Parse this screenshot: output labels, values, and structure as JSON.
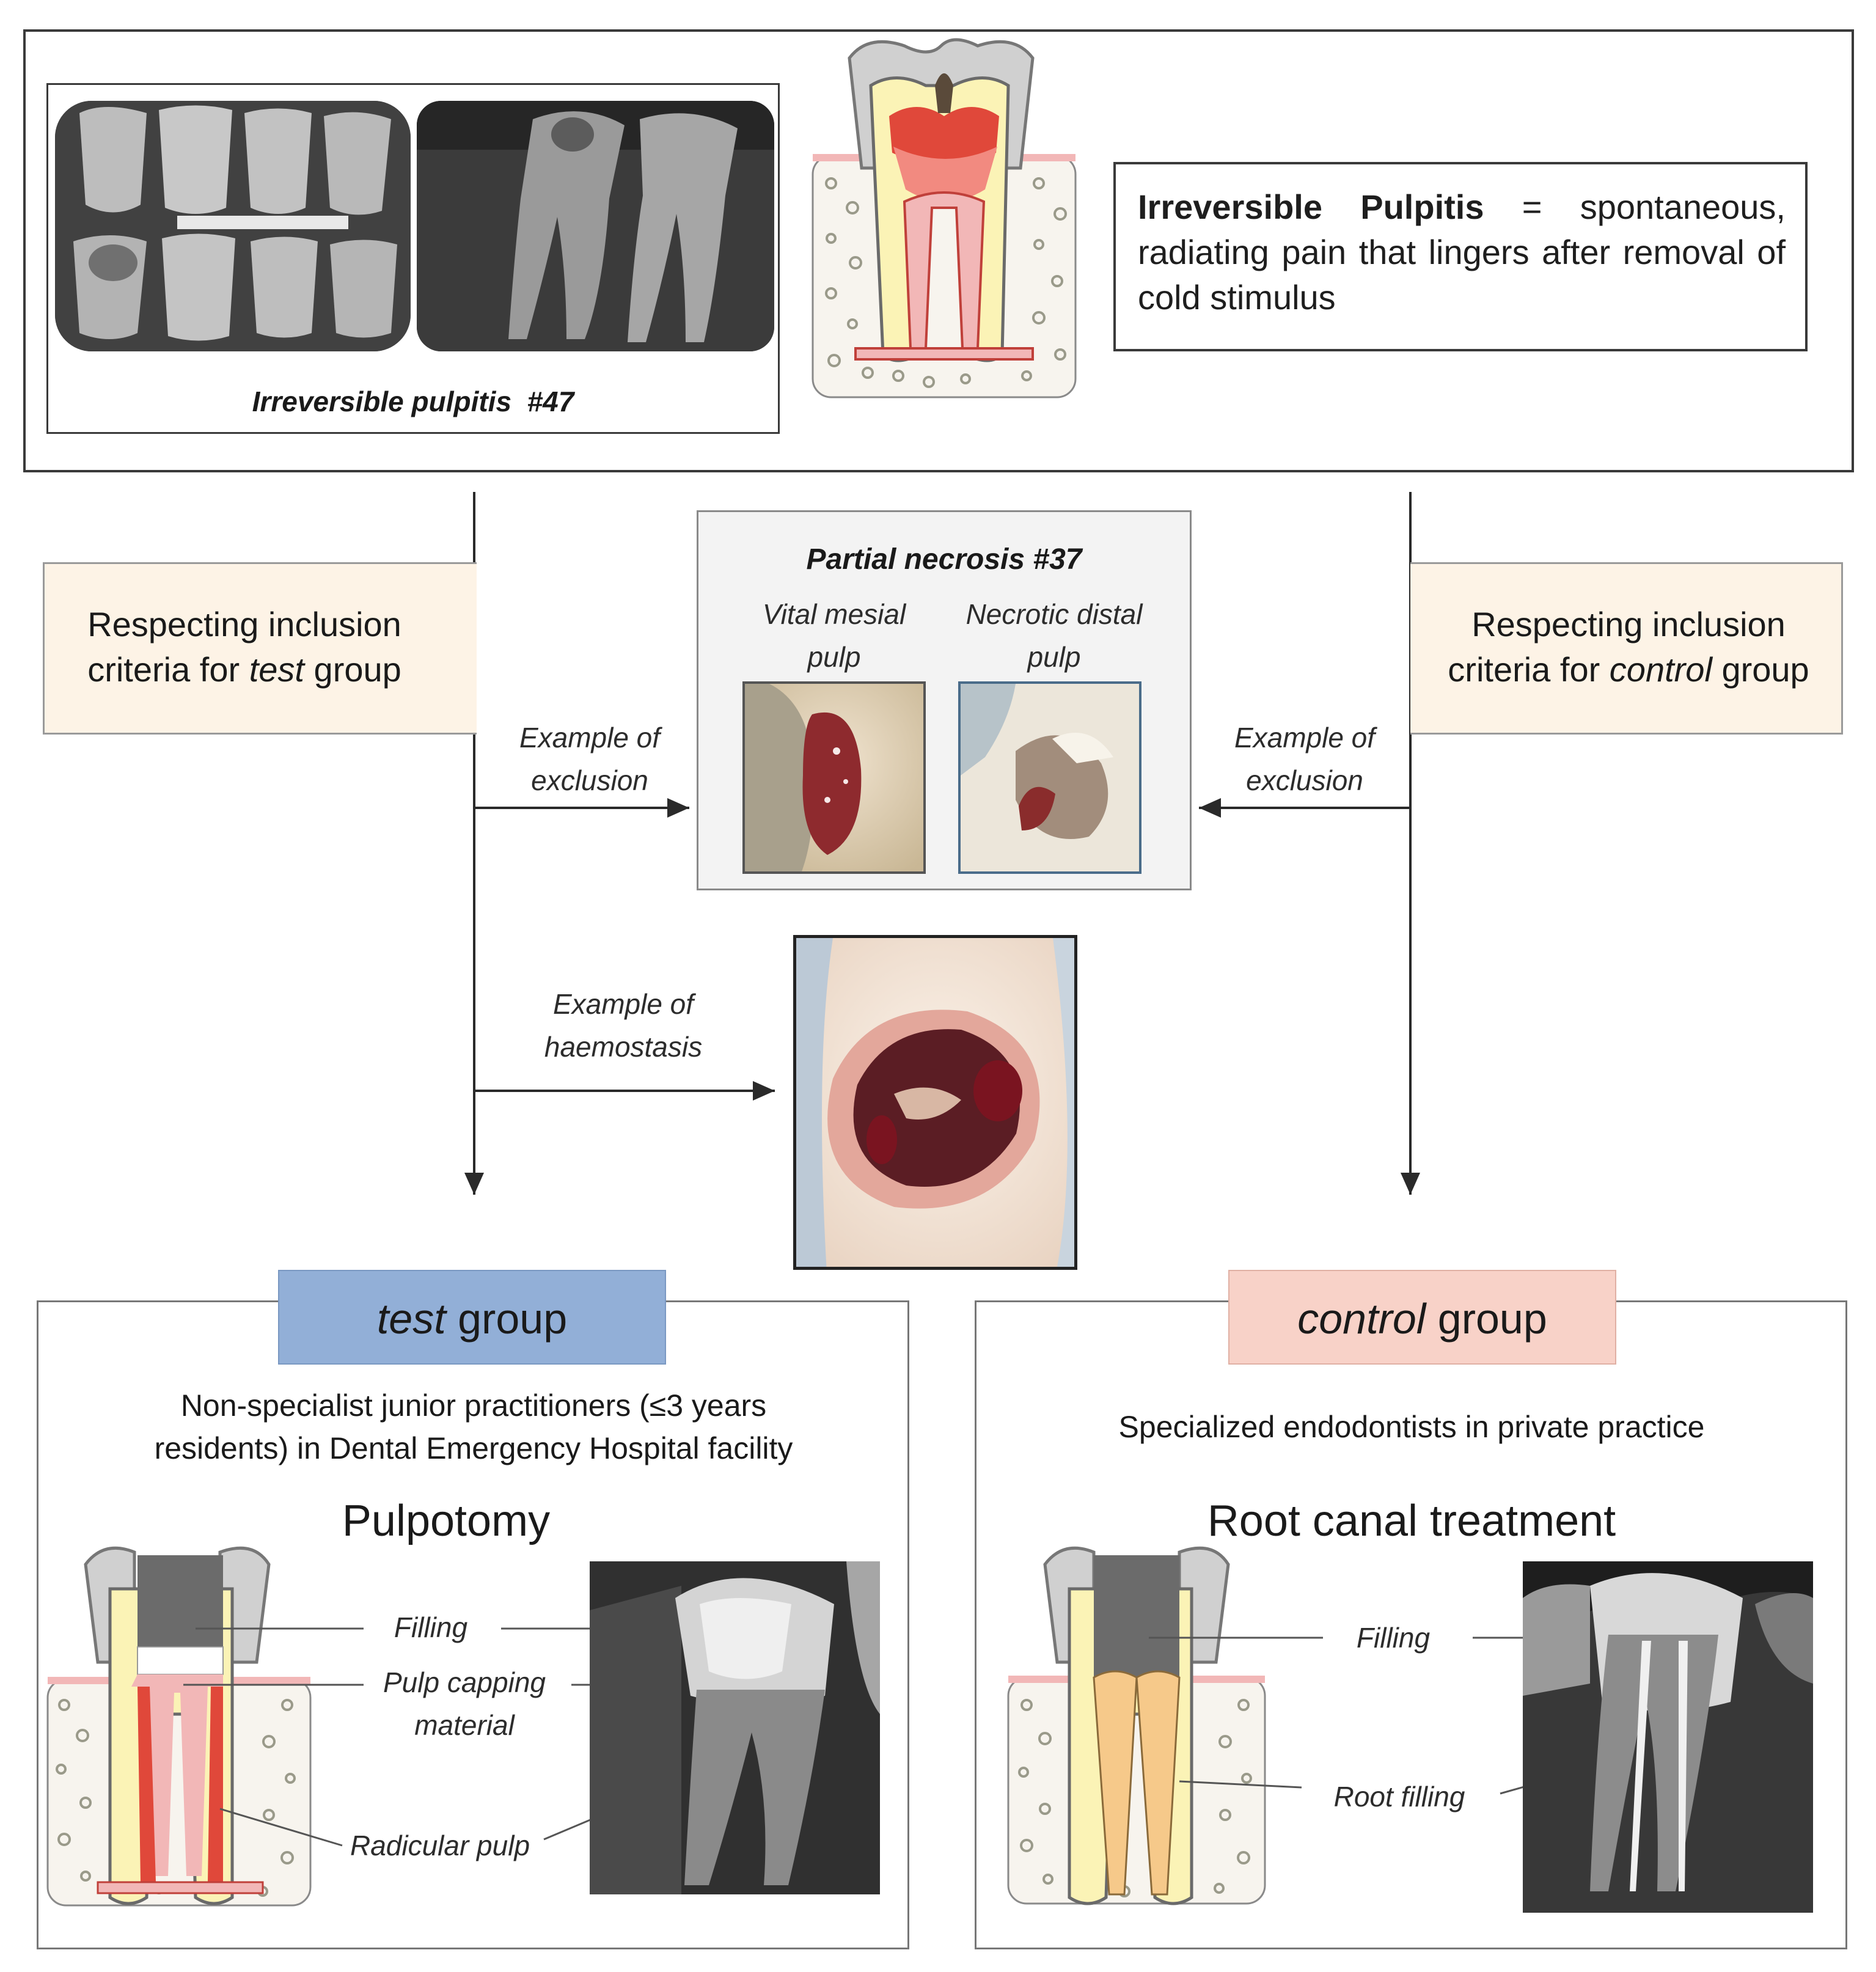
{
  "top": {
    "xray_caption": "Irreversible pulpitis  #47",
    "definition_term": "Irreversible  Pulpitis",
    "definition_rest": "  =  spontaneous, radiating pain that lingers after removal of cold stimulus"
  },
  "inclusion_test": {
    "line1": "Respecting inclusion",
    "line2_a": "criteria for ",
    "line2_b": "test",
    "line2_c": " group"
  },
  "inclusion_control": {
    "line1": "Respecting inclusion",
    "line2_a": "criteria for ",
    "line2_b": "control",
    "line2_c": " group"
  },
  "necrosis": {
    "title": "Partial necrosis #37",
    "left_label_1": "Vital mesial",
    "left_label_2": "pulp",
    "right_label_1": "Necrotic distal",
    "right_label_2": "pulp"
  },
  "arrows": {
    "exclusion_left_1": "Example of",
    "exclusion_left_2": "exclusion",
    "exclusion_right_1": "Example of",
    "exclusion_right_2": "exclusion",
    "haemostasis_1": "Example of",
    "haemostasis_2": "haemostasis"
  },
  "test_group": {
    "tab_a": "test",
    "tab_b": " group",
    "desc_1": "Non-specialist junior practitioners (≤3 years",
    "desc_2": "residents) in Dental Emergency Hospital facility",
    "procedure": "Pulpotomy",
    "label_filling": "Filling",
    "label_capping_1": "Pulp capping",
    "label_capping_2": "material",
    "label_radicular": "Radicular pulp"
  },
  "control_group": {
    "tab_a": "control",
    "tab_b": " group",
    "desc": "Specialized endodontists in private practice",
    "procedure": "Root canal treatment",
    "label_filling": "Filling",
    "label_root_filling": "Root filling"
  },
  "colors": {
    "test_tab": "#92afd7",
    "control_tab": "#f8d2c8",
    "inclusion_box": "#fdf3e6",
    "pulp_red": "#e0483a",
    "dentin": "#fbf3b6",
    "enamel": "#cfcfcf",
    "gum_pink": "#f2b7b7"
  }
}
